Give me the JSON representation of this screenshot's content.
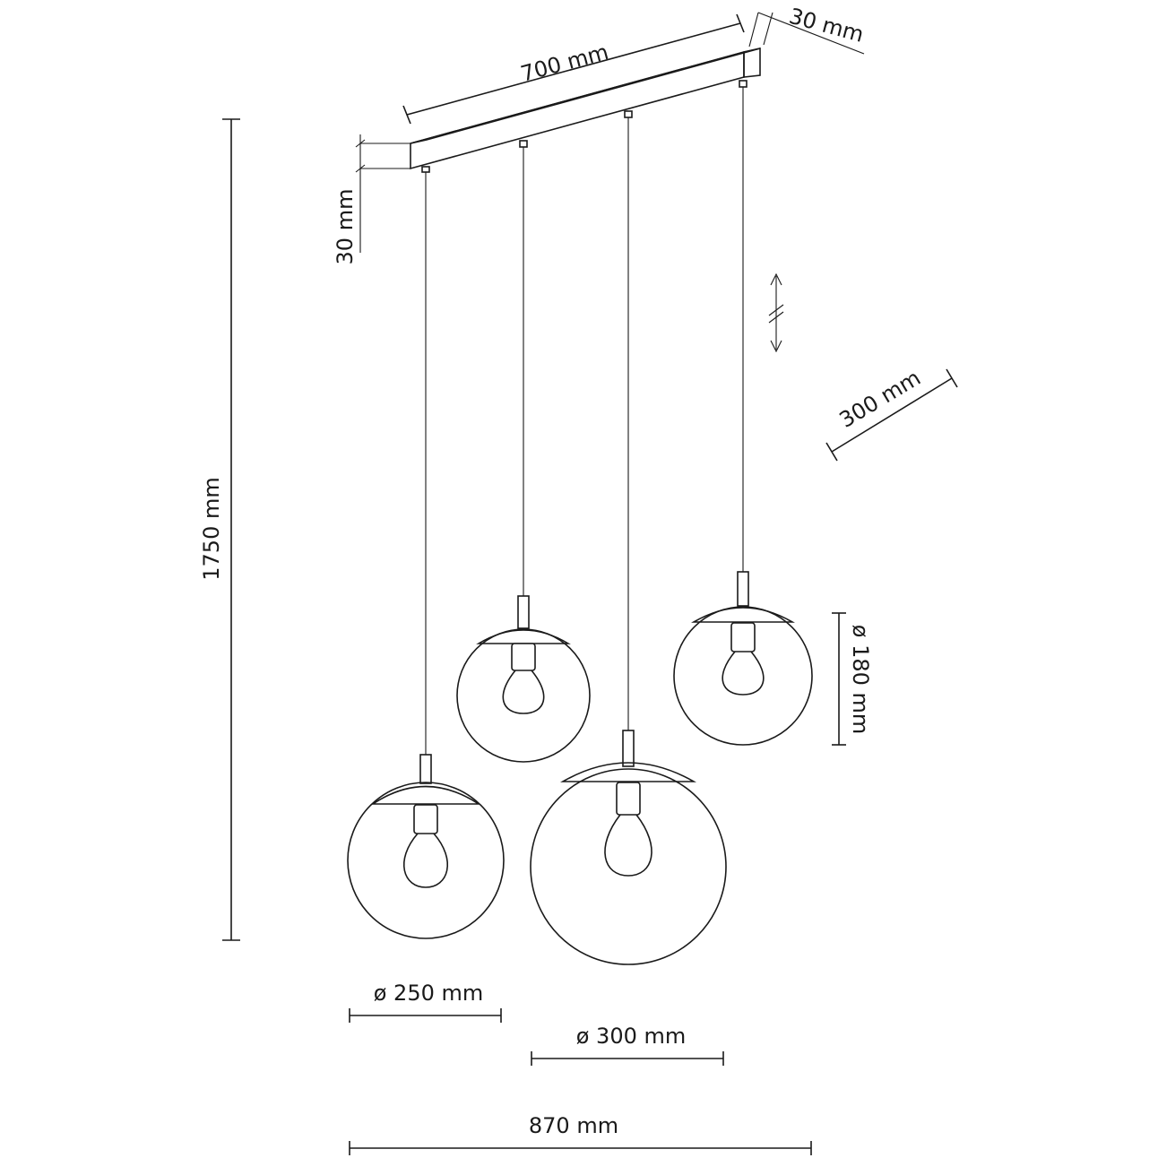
{
  "dimensions": {
    "rail_length": "700 mm",
    "rail_depth": "30 mm",
    "rail_height": "30 mm",
    "total_height": "1750 mm",
    "spacing": "300 mm",
    "globe_small": "ø 180 mm",
    "globe_medium": "ø 250 mm",
    "globe_large": "ø 300 mm",
    "total_width": "870 mm"
  },
  "colors": {
    "stroke": "#1a1a1a",
    "background": "#ffffff"
  }
}
